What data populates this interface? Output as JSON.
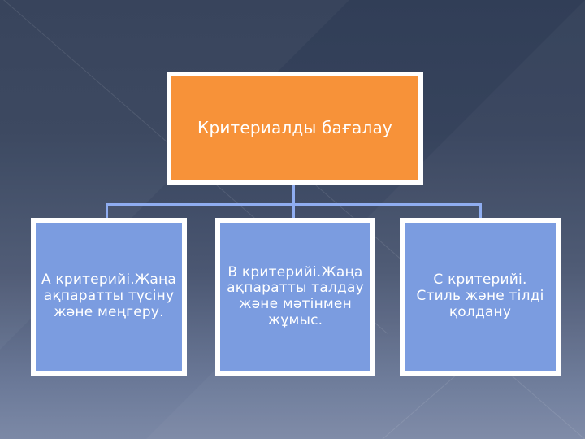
{
  "slide": {
    "background": {
      "top_color": "#313e57",
      "bottom_color": "#7c89a6"
    }
  },
  "diagram": {
    "type": "organization-chart",
    "root": {
      "id": "root",
      "label": "Критериалды бағалау",
      "fill_color": "#f79239",
      "border_color": "#ffffff",
      "text_color": "#ffffff"
    },
    "connector_color": "#8fadf0",
    "children": [
      {
        "id": "child-a",
        "label": "А критерийі.Жаңа ақпаратты түсіну және меңгеру.",
        "fill_color": "#7b9ce0",
        "border_color": "#ffffff",
        "text_color": "#ffffff"
      },
      {
        "id": "child-b",
        "label": "В критерийі.Жаңа ақпаратты талдау және мәтінмен жұмыс.",
        "fill_color": "#7b9ce0",
        "border_color": "#ffffff",
        "text_color": "#ffffff"
      },
      {
        "id": "child-c",
        "label": "С критерийі. Стиль және тілді қолдану",
        "fill_color": "#7b9ce0",
        "border_color": "#ffffff",
        "text_color": "#ffffff"
      }
    ]
  }
}
